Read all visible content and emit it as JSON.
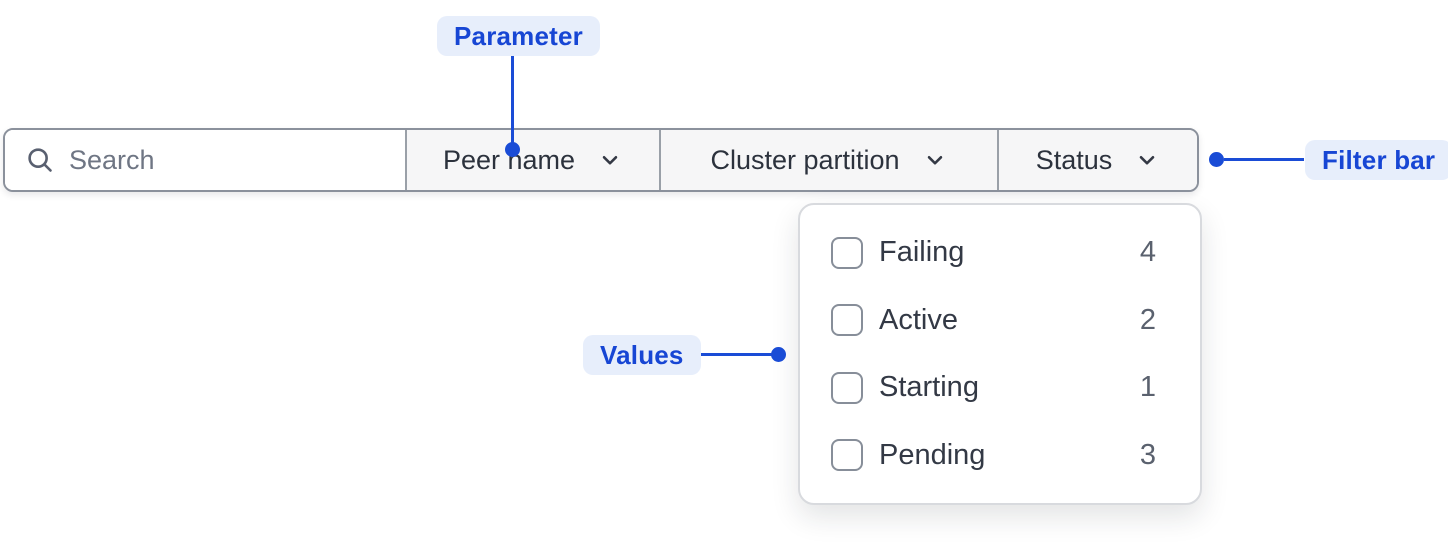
{
  "annotations": {
    "parameter": {
      "label": "Parameter"
    },
    "filter_bar": {
      "label": "Filter bar"
    },
    "values": {
      "label": "Values"
    }
  },
  "filter_bar": {
    "search": {
      "placeholder": "Search"
    },
    "parameters": [
      {
        "label": "Peer name"
      },
      {
        "label": "Cluster partition"
      },
      {
        "label": "Status"
      }
    ]
  },
  "status_dropdown": {
    "options": [
      {
        "label": "Failing",
        "count": "4",
        "checked": false
      },
      {
        "label": "Active",
        "count": "2",
        "checked": false
      },
      {
        "label": "Starting",
        "count": "1",
        "checked": false
      },
      {
        "label": "Pending",
        "count": "3",
        "checked": false
      }
    ]
  },
  "colors": {
    "accent_blue": "#1a4cd6",
    "badge_background": "#e7eefb",
    "badge_text": "#1746d4",
    "bar_border": "#8b919c",
    "segment_background": "#f6f6f7",
    "panel_border": "#d8dade",
    "text_dark": "#2c323d",
    "count_gray": "#5a616e"
  }
}
